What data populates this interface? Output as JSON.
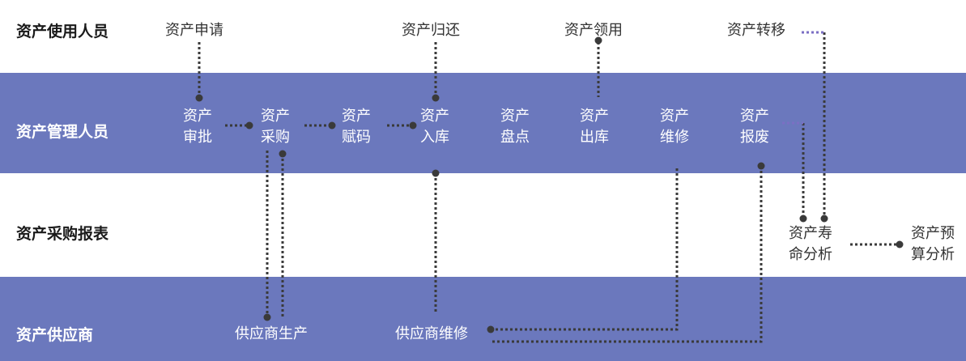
{
  "roles": {
    "user": "资产使用人员",
    "manager": "资产管理人员",
    "report": "资产采购报表",
    "supplier": "资产供应商"
  },
  "nodes": {
    "apply": "资产申请",
    "return": "资产归还",
    "receive": "资产领用",
    "transfer": "资产转移",
    "approve": [
      "资产",
      "审批"
    ],
    "purchase": [
      "资产",
      "采购"
    ],
    "coding": [
      "资产",
      "赋码"
    ],
    "stock_in": [
      "资产",
      "入库"
    ],
    "inventory": [
      "资产",
      "盘点"
    ],
    "stock_out": [
      "资产",
      "出库"
    ],
    "repair": [
      "资产",
      "维修"
    ],
    "scrap": [
      "资产",
      "报废"
    ],
    "life_analysis": [
      "资产寿",
      "命分析"
    ],
    "budget_analysis": [
      "资产预",
      "算分析"
    ],
    "supplier_production": "供应商生产",
    "supplier_repair": "供应商维修"
  },
  "colors": {
    "band_blue": "#6b78bd",
    "connector": "#3a3a3a",
    "connector_purple": "#7b6fc4"
  }
}
